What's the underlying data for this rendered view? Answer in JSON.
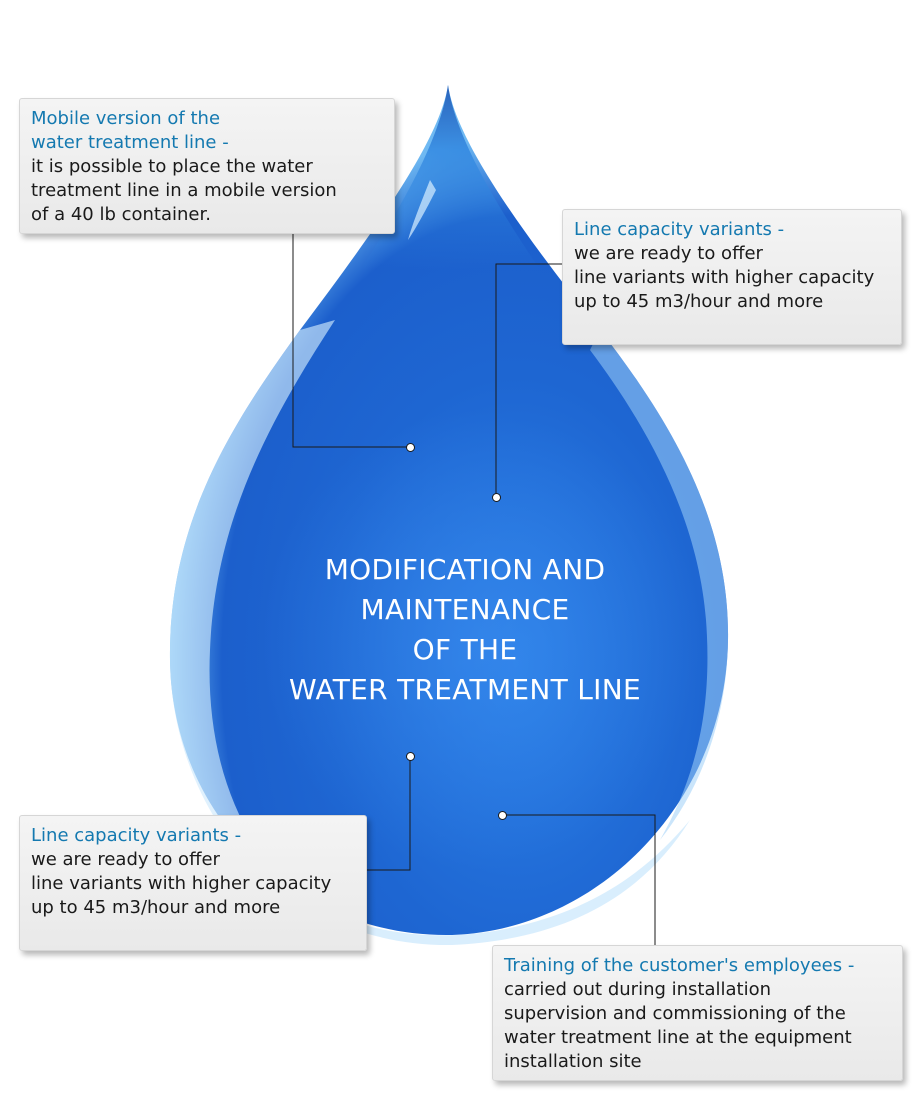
{
  "center_title": {
    "lines": [
      "MODIFICATION AND",
      "MAINTENANCE",
      "OF THE",
      "WATER TREATMENT LINE"
    ]
  },
  "callouts": {
    "mobile": {
      "heading": "Mobile version of the\nwater treatment line -",
      "body": "it is possible to place the water\ntreatment line in a mobile version\nof a 40 lb container."
    },
    "capacity_top": {
      "heading": "Line capacity variants -",
      "body": "we are ready to offer\nline variants with higher capacity\nup to 45 m3/hour and more"
    },
    "capacity_bottom": {
      "heading": "Line capacity variants -",
      "body": "we are ready to offer\nline variants with higher capacity\nup to 45 m3/hour and more"
    },
    "training": {
      "heading": "Training of the customer's employees -",
      "body": "carried out during installation\nsupervision and commissioning of the\nwater treatment line at the equipment\ninstallation site"
    }
  },
  "colors": {
    "heading": "#1479b0",
    "drop_light": "#5fb0f0",
    "drop_mid": "#1f6fd6",
    "drop_dark": "#0d47b8"
  }
}
